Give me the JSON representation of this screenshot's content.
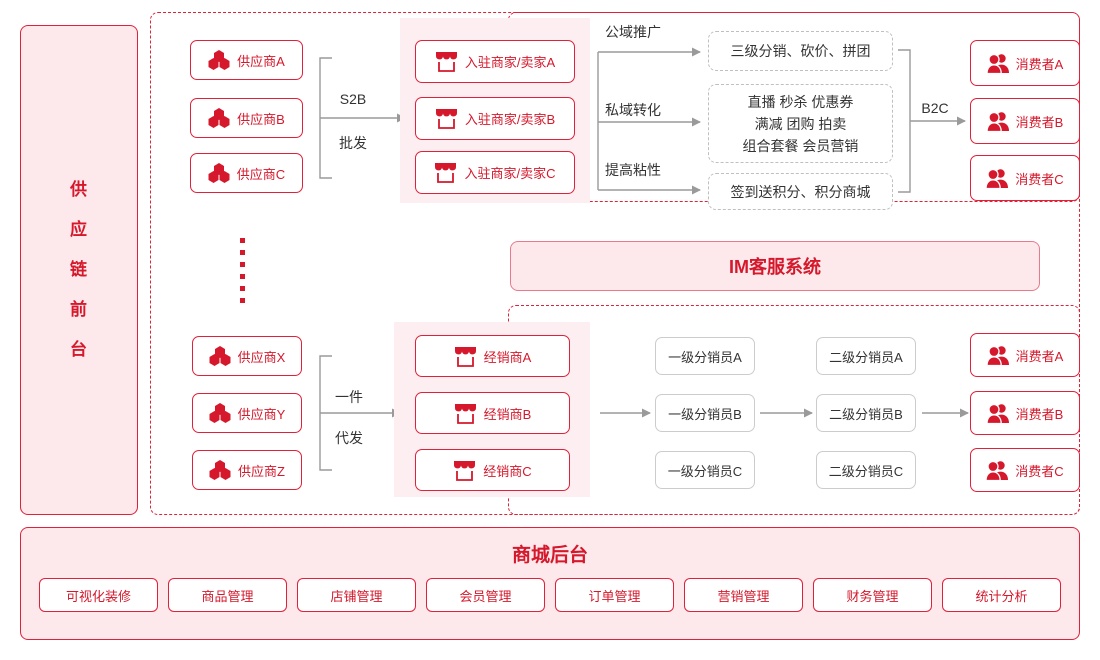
{
  "colors": {
    "brand_red": "#D5182B",
    "border_red": "#E0213A",
    "pale_pink": "#FDE9EC",
    "highlight_pink": "#FDEFF1",
    "grey_line": "#999999",
    "grey_border": "#CCCCCC"
  },
  "supply_band": {
    "label": "供应链前台",
    "chars": [
      "供",
      "应",
      "链",
      "前",
      "台"
    ]
  },
  "top_suppliers": [
    {
      "label": "供应商A",
      "icon": "hexagon-cluster-icon"
    },
    {
      "label": "供应商B",
      "icon": "hexagon-cluster-icon"
    },
    {
      "label": "供应商C",
      "icon": "hexagon-cluster-icon"
    }
  ],
  "top_connector": {
    "line1": "S2B",
    "line2": "批发"
  },
  "merchants": [
    {
      "label": "入驻商家/卖家A",
      "icon": "storefront-icon"
    },
    {
      "label": "入驻商家/卖家B",
      "icon": "storefront-icon"
    },
    {
      "label": "入驻商家/卖家C",
      "icon": "storefront-icon"
    }
  ],
  "feature_branches": [
    {
      "label": "公域推广",
      "content": "三级分销、砍价、拼团"
    },
    {
      "label": "私域转化",
      "content": "直播 秒杀 优惠券\n满减 团购 拍卖\n组合套餐 会员营销"
    },
    {
      "label": "提高粘性",
      "content": "签到送积分、积分商城"
    }
  ],
  "top_b2c": {
    "label": "B2C"
  },
  "top_consumers": [
    {
      "label": "消费者A",
      "icon": "consumer-icon"
    },
    {
      "label": "消费者B",
      "icon": "consumer-icon"
    },
    {
      "label": "消费者C",
      "icon": "consumer-icon"
    }
  ],
  "im_bar": {
    "label": "IM客服系统"
  },
  "bottom_suppliers": [
    {
      "label": "供应商X",
      "icon": "hexagon-cluster-icon"
    },
    {
      "label": "供应商Y",
      "icon": "hexagon-cluster-icon"
    },
    {
      "label": "供应商Z",
      "icon": "hexagon-cluster-icon"
    }
  ],
  "bottom_connector": {
    "line1": "一件",
    "line2": "代发"
  },
  "dealers": [
    {
      "label": "经销商A",
      "icon": "storefront-icon"
    },
    {
      "label": "经销商B",
      "icon": "storefront-icon"
    },
    {
      "label": "经销商C",
      "icon": "storefront-icon"
    }
  ],
  "level1_distributors": [
    {
      "label": "一级分销员A"
    },
    {
      "label": "一级分销员B"
    },
    {
      "label": "一级分销员C"
    }
  ],
  "level2_distributors": [
    {
      "label": "二级分销员A"
    },
    {
      "label": "二级分销员B"
    },
    {
      "label": "二级分销员C"
    }
  ],
  "bottom_consumers": [
    {
      "label": "消费者A",
      "icon": "consumer-icon"
    },
    {
      "label": "消费者B",
      "icon": "consumer-icon"
    },
    {
      "label": "消费者C",
      "icon": "consumer-icon"
    }
  ],
  "backend": {
    "title": "商城后台",
    "buttons": [
      {
        "label": "可视化装修"
      },
      {
        "label": "商品管理"
      },
      {
        "label": "店铺管理"
      },
      {
        "label": "会员管理"
      },
      {
        "label": "订单管理"
      },
      {
        "label": "营销管理"
      },
      {
        "label": "财务管理"
      },
      {
        "label": "统计分析"
      }
    ]
  }
}
